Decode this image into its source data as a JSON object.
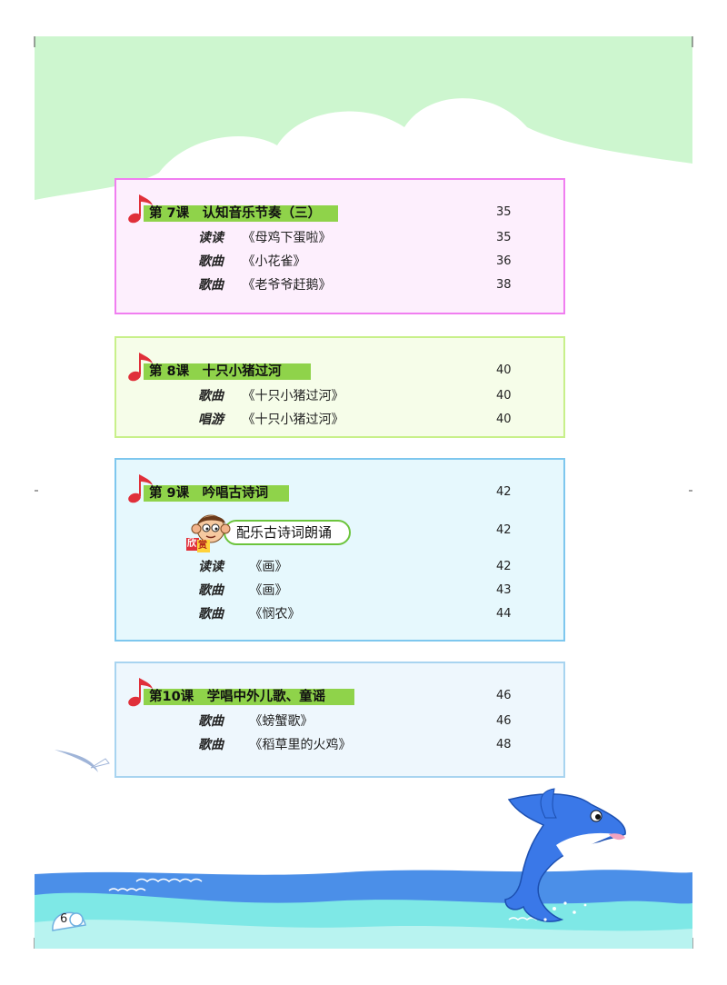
{
  "colors": {
    "sky": "#cdf6cf",
    "cloud": "#ffffff",
    "sea_dark": "#4b8fe8",
    "sea_light": "#7ee8e6",
    "lesson_bar": "#8fd34a",
    "note": "#e0303a",
    "box7_border": "#f07ef0",
    "box7_fill": "#fdeffd",
    "box8_border": "#c8f08a",
    "box8_fill": "#f6fde9",
    "box9_border": "#7ec7ee",
    "box9_fill": "#e6f8fd",
    "box10_border": "#a8d4f0",
    "box10_fill": "#eef7fd",
    "dolphin": "#3a78e8"
  },
  "lessons": [
    {
      "title": "第 7课　认知音乐节奏（三）",
      "page": "35",
      "items": [
        {
          "kind": "读读",
          "title": "《母鸡下蛋啦》",
          "page": "35"
        },
        {
          "kind": "歌曲",
          "title": "《小花雀》",
          "page": "36"
        },
        {
          "kind": "歌曲",
          "title": "《老爷爷赶鹅》",
          "page": "38"
        }
      ]
    },
    {
      "title": "第 8课　十只小猪过河",
      "page": "40",
      "items": [
        {
          "kind": "歌曲",
          "title": "《十只小猪过河》",
          "page": "40"
        },
        {
          "kind": "唱游",
          "title": "《十只小猪过河》",
          "page": "40"
        }
      ]
    },
    {
      "title": "第 9课　吟唱古诗词",
      "page": "42",
      "appreciation": {
        "badge": "欣赏",
        "badge_top": "欣",
        "badge_bottom": "赏",
        "title": "配乐古诗词朗诵",
        "page": "42"
      },
      "items": [
        {
          "kind": "读读",
          "title": "《画》",
          "page": "42"
        },
        {
          "kind": "歌曲",
          "title": "《画》",
          "page": "43"
        },
        {
          "kind": "歌曲",
          "title": "《悯农》",
          "page": "44"
        }
      ]
    },
    {
      "title": "第10课　学唱中外儿歌、童谣",
      "page": "46",
      "items": [
        {
          "kind": "歌曲",
          "title": "《螃蟹歌》",
          "page": "46"
        },
        {
          "kind": "歌曲",
          "title": "《稻草里的火鸡》",
          "page": "48"
        }
      ]
    }
  ],
  "page_number": "6",
  "icons": {
    "lesson_marker": "music-note-icon",
    "appreciation_marker": "cartoon-boy-face-icon",
    "decoration": [
      "dolphin-icon",
      "seagull-icon",
      "snail-icon"
    ]
  }
}
